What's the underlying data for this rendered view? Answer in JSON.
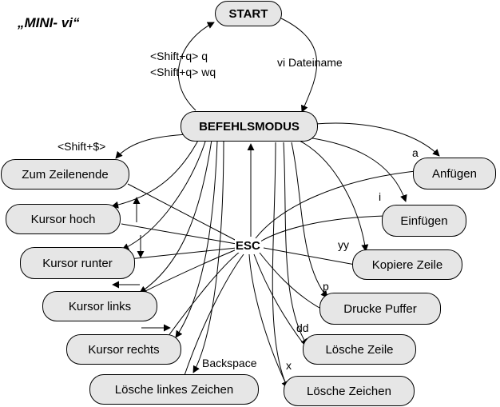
{
  "title": "„MINI- vi“",
  "nodes": {
    "start": "START",
    "command_mode": "BEFEHLSMODUS",
    "line_end": "Zum Zeilenende",
    "cursor_up": "Kursor hoch",
    "cursor_down": "Kursor runter",
    "cursor_left": "Kursor links",
    "cursor_right": "Kursor rechts",
    "delete_left_char": "Lösche linkes Zeichen",
    "append": "Anfügen",
    "insert": "Einfügen",
    "copy_line": "Kopiere Zeile",
    "print_buffer": "Drucke Puffer",
    "delete_line": "Lösche Zeile",
    "delete_char": "Lösche Zeichen",
    "esc": "ESC"
  },
  "labels": {
    "quit": "<Shift+q> q",
    "save_quit": "<Shift+q> wq",
    "open_file": "vi  Dateiname",
    "line_end_key": "<Shift+$>",
    "append_key": "a",
    "insert_key": "i",
    "copy_key": "yy",
    "print_key": "p",
    "delete_line_key": "dd",
    "delete_char_key": "x",
    "backspace_key": "Backspace"
  },
  "colors": {
    "node_fill": "#e6e6e6",
    "stroke": "#000000"
  }
}
